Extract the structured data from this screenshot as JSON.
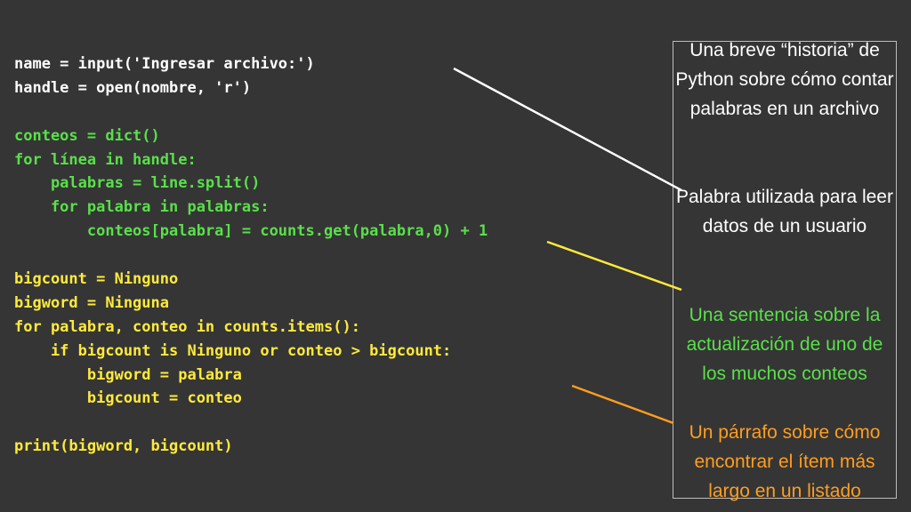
{
  "code_lines": [
    {
      "text": "name = input('Ingresar archivo:')",
      "color": "white"
    },
    {
      "text": "handle = open(nombre, 'r')",
      "color": "white"
    },
    {
      "text": "",
      "color": "white"
    },
    {
      "text": "conteos = dict()",
      "color": "green"
    },
    {
      "text": "for línea in handle:",
      "color": "green"
    },
    {
      "text": "    palabras = line.split()",
      "color": "green"
    },
    {
      "text": "    for palabra in palabras:",
      "color": "green"
    },
    {
      "text": "        conteos[palabra] = counts.get(palabra,0) + 1",
      "color": "yellow"
    },
    {
      "text": "",
      "color": "white"
    },
    {
      "text": "bigcount = Ninguno",
      "color": "yellow"
    },
    {
      "text": "bigword = Ninguna",
      "color": "yellow"
    },
    {
      "text": "for palabra, conteo in counts.items():",
      "color": "yellow"
    },
    {
      "text": "    if bigcount is Ninguno or conteo > bigcount:",
      "color": "yellow"
    },
    {
      "text": "        bigword = palabra",
      "color": "yellow"
    },
    {
      "text": "        bigcount = conteo",
      "color": "yellow"
    },
    {
      "text": "",
      "color": "white"
    },
    {
      "text": "print(bigword, bigcount)",
      "color": "yellow"
    }
  ],
  "notes": {
    "history": "Una breve “historia” de Python sobre cómo contar palabras en un archivo",
    "input_word": "Palabra utilizada para leer datos de un usuario",
    "update_statement": "Una sentencia sobre la actualización de uno de los muchos conteos",
    "paragraph": "Un párrafo sobre cómo encontrar el ítem más largo en un listado"
  },
  "colors": {
    "background": "#353535",
    "white": "#ffffff",
    "green": "#59e04a",
    "yellow": "#ffea3c",
    "orange": "#ff9d21",
    "box_border": "#bdbdbd"
  }
}
